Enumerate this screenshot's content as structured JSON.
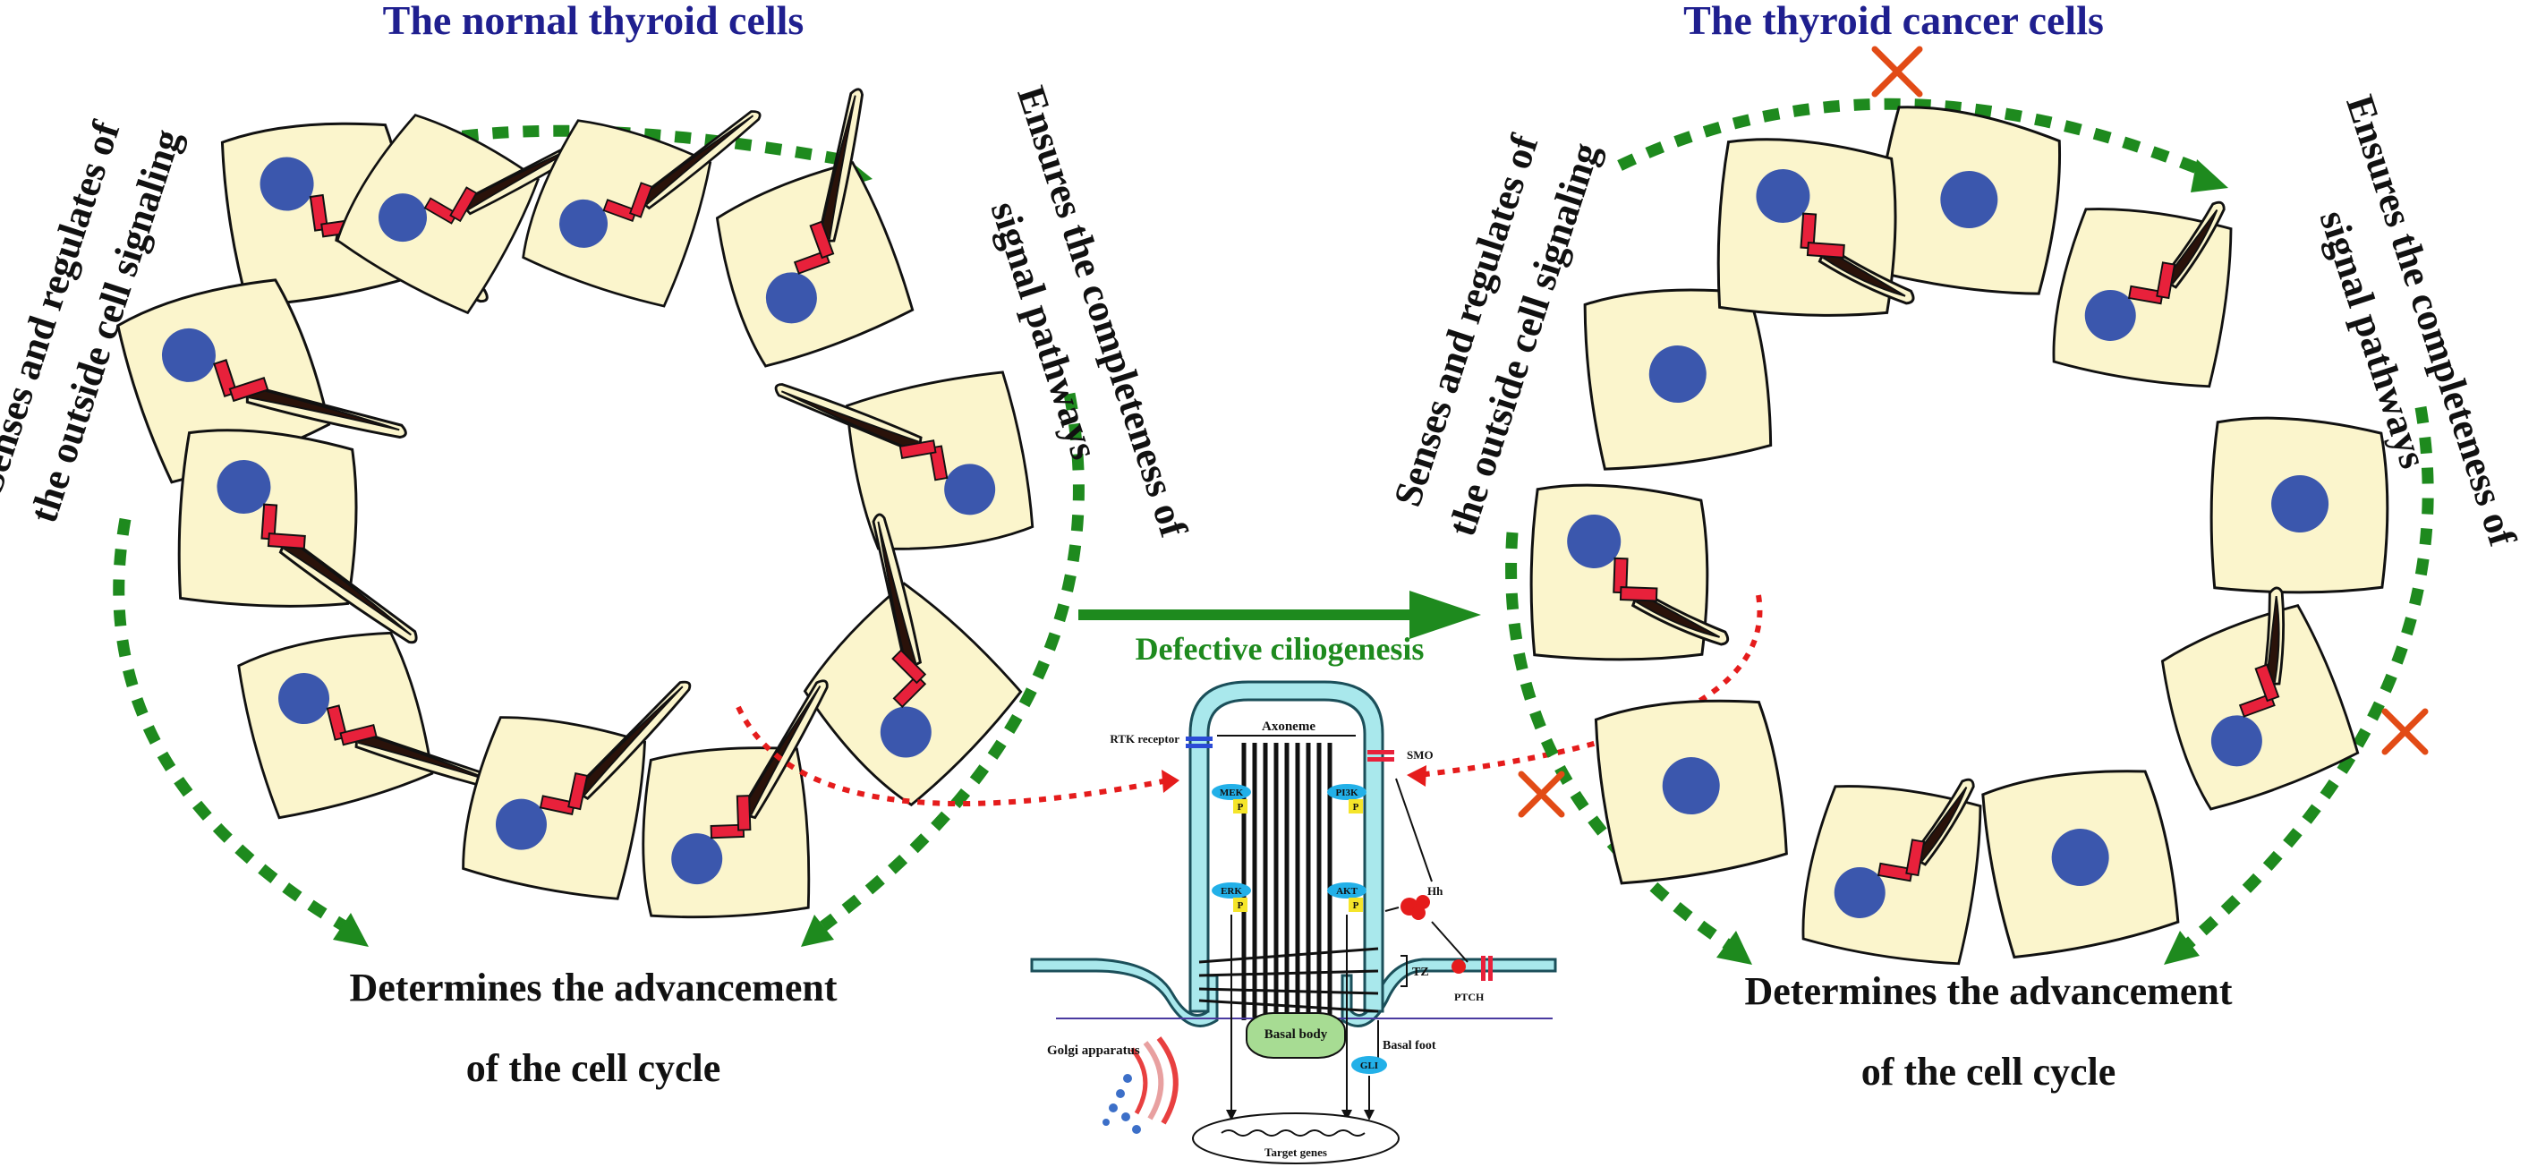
{
  "titles": {
    "left": "The nornal thyroid cells",
    "right": "The thyroid  cancer cells"
  },
  "cycle_labels": {
    "senses_line1": "Senses and regulates of",
    "senses_line2": "the outside cell signaling",
    "ensures_line1": "Ensures the completeness of",
    "ensures_line2": "signal pathways",
    "determines_line1": "Determines the advancement",
    "determines_line2": "of the cell cycle"
  },
  "center_arrow_label": "Defective ciliogenesis",
  "cilium_diagram": {
    "axoneme": "Axoneme",
    "rtk_receptor": "RTK receptor",
    "smo": "SMO",
    "mek": "MEK",
    "erk": "ERK",
    "pi3k": "PI3K",
    "akt": "AKT",
    "p": "P",
    "hh": "Hh",
    "tz": "TZ",
    "ptch": "PTCH",
    "basal_body": "Basal body",
    "basal_foot": "Basal foot",
    "gli": "GLI",
    "golgi": "Golgi apparatus",
    "target_genes": "Target genes"
  },
  "colors": {
    "title_blue": "#1f1f8f",
    "cycle_green": "#1e8a1e",
    "cell_fill": "#fbf5cc",
    "nucleus_blue": "#3b57ad",
    "basal_body_red": "#e8213b",
    "cross_orange": "#e24b16",
    "membrane_cyan": "#a9e8ec"
  }
}
